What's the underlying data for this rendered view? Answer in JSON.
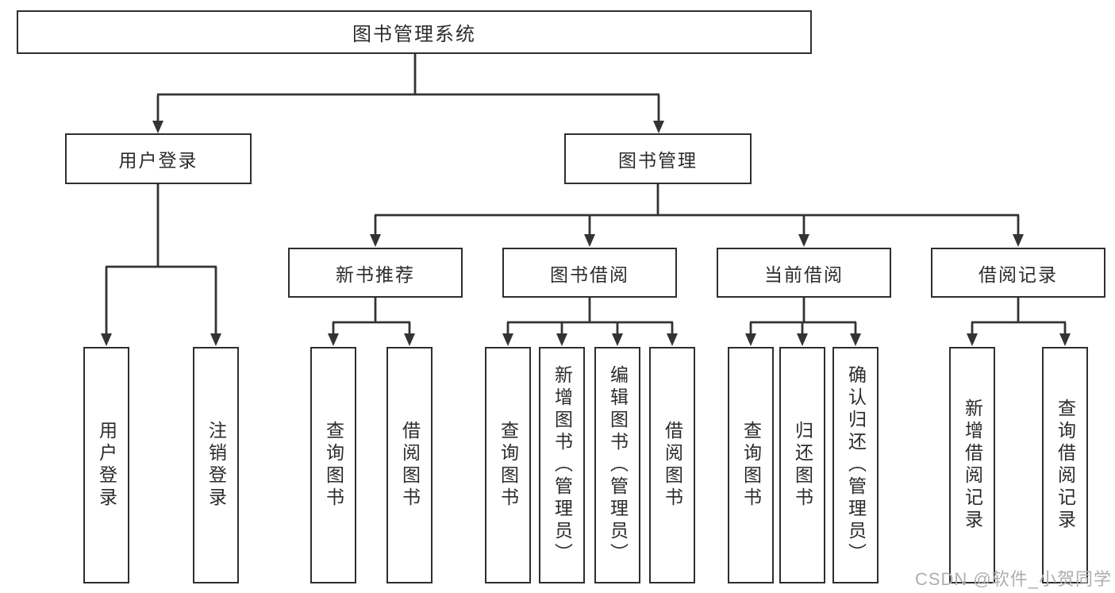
{
  "diagram": {
    "root": {
      "label": "图书管理系统"
    },
    "branches": [
      {
        "label": "用户登录",
        "children": [
          {
            "label": "用户登录"
          },
          {
            "label": "注销登录"
          }
        ]
      },
      {
        "label": "图书管理",
        "children": [
          {
            "label": "新书推荐",
            "children": [
              {
                "label": "查询图书"
              },
              {
                "label": "借阅图书"
              }
            ]
          },
          {
            "label": "图书借阅",
            "children": [
              {
                "label": "查询图书"
              },
              {
                "label": "新增图书（管理员）"
              },
              {
                "label": "编辑图书（管理员）"
              },
              {
                "label": "借阅图书"
              }
            ]
          },
          {
            "label": "当前借阅",
            "children": [
              {
                "label": "查询图书"
              },
              {
                "label": "归还图书"
              },
              {
                "label": "确认归还（管理员）"
              }
            ]
          },
          {
            "label": "借阅记录",
            "children": [
              {
                "label": "新增借阅记录"
              },
              {
                "label": "查询借阅记录"
              }
            ]
          }
        ]
      }
    ],
    "watermark": "CSDN @软件_小贺同学",
    "colors": {
      "line": "#333333",
      "box_border": "#2e2e2e",
      "text": "#2b2b2b",
      "watermark": "#aeaeb0",
      "background": "#ffffff"
    }
  }
}
